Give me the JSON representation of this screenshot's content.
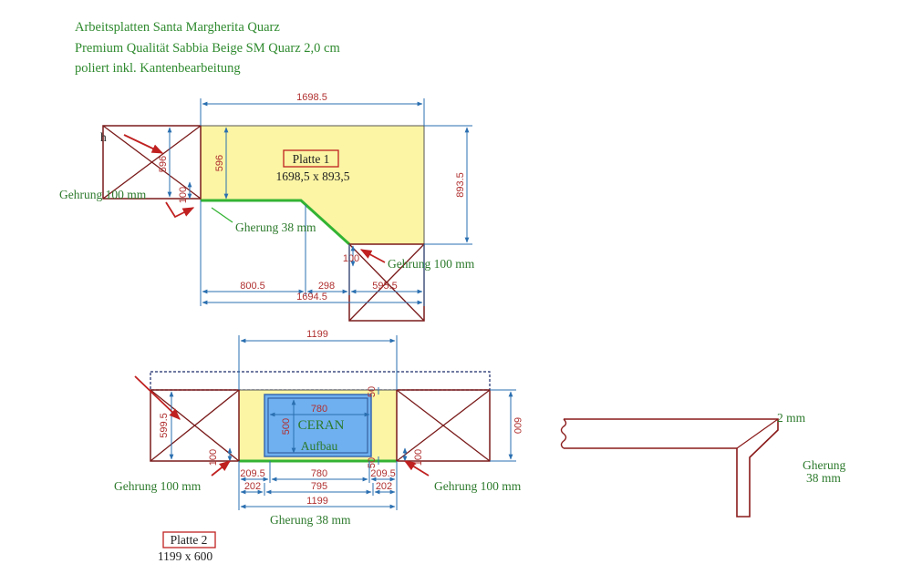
{
  "header": {
    "line1": "Arbeitsplatten Santa Margherita Quarz",
    "line2": "Premium Qualität Sabbia Beige SM Quarz 2,0 cm",
    "line3": "poliert inkl. Kantenbearbeitung"
  },
  "colors": {
    "slab_fill": "#fbf5a4",
    "dimension_line": "#2a6fb0",
    "dimension_text": "#b03030",
    "outline": "#7a1a1a",
    "edge_green": "#33b333",
    "ceran_fill": "#6fb0f0",
    "label_green": "#2d7a2d"
  },
  "plate1": {
    "title": "Platte 1",
    "size": "1698,5 x 893,5",
    "dims": {
      "top_width": "1698.5",
      "depth": "596",
      "right_height": "893.5",
      "left_box_depth": "596",
      "left_small": "100",
      "bottom_small": "100",
      "seg1": "800.5",
      "seg2": "298",
      "seg3": "595.5",
      "total_bottom": "1694.5"
    },
    "notes": {
      "miter_left": "Gehrung 100 mm",
      "miter_edge": "Gherung 38 mm",
      "miter_right": "Gehrung 100 mm",
      "stray": "h"
    }
  },
  "plate2": {
    "title": "Platte 2",
    "size": "1199 x 600",
    "dims": {
      "top_width": "1199",
      "cut_width": "780",
      "cut_depth": "500",
      "offset_top": "50",
      "offset_bottom": "50",
      "left_height": "599.5",
      "right_height": "600",
      "small_left": "100",
      "small_right": "100",
      "b1": "209.5",
      "b2": "780",
      "b3": "209.5",
      "c1": "202",
      "c2": "795",
      "c3": "202",
      "total": "1199"
    },
    "ceran_line1": "CERAN",
    "ceran_line2": "Aufbau",
    "notes": {
      "miter_left": "Gehrung 100 mm",
      "miter_right": "Gehrung 100 mm",
      "miter_edge": "Gherung 38 mm"
    }
  },
  "profile": {
    "thickness": "2  mm",
    "miter_line1": "Gherung",
    "miter_line2": "38 mm"
  }
}
